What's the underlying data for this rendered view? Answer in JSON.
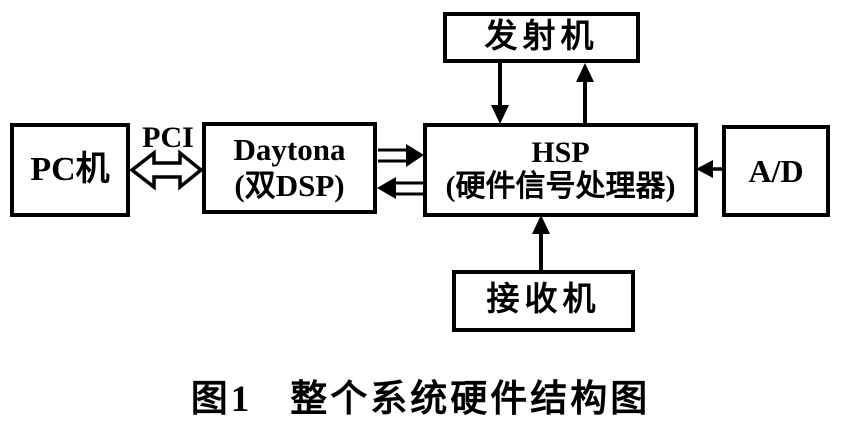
{
  "diagram": {
    "nodes": {
      "pc": {
        "label": "PC机"
      },
      "daytona": {
        "line1": "Daytona",
        "line2": "(双DSP)"
      },
      "hsp": {
        "line1": "HSP",
        "line2": "(硬件信号处理器)"
      },
      "ad": {
        "label": "A/D"
      },
      "transmitter": {
        "label": "发射机"
      },
      "receiver": {
        "label": "接收机"
      }
    },
    "edges": {
      "pci_label": "PCI",
      "connections": [
        "PC机 <-> Daytona (PCI, bidirectional hollow arrow)",
        "Daytona -> HSP (hollow shaft, solid head)",
        "HSP -> Daytona (hollow shaft, solid head)",
        "发射机 -> HSP (down arrow)",
        "HSP -> 发射机 (up arrow)",
        "A/D -> HSP (left arrow)",
        "接收机 -> HSP (up arrow)"
      ]
    },
    "caption": {
      "figure_number": "图1",
      "title": "整个系统硬件结构图"
    },
    "colors": {
      "ink": "#000000",
      "background": "#ffffff"
    }
  }
}
